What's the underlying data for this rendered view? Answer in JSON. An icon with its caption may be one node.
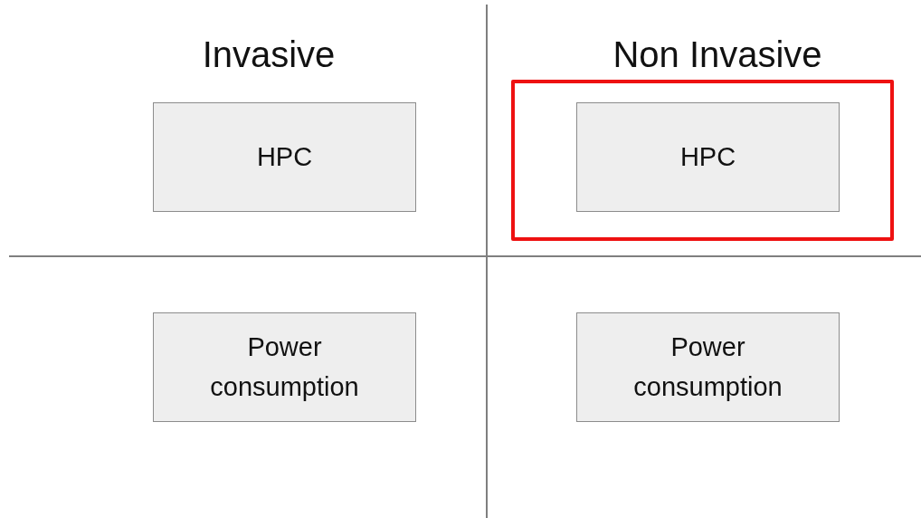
{
  "diagram": {
    "nodes": [
      {
        "text": [
          "HPC"
        ]
      },
      {
        "text": [],
        "shape": "box"
      },
      {
        "text": [
          "HPC"
        ],
        "in": 1
      },
      {
        "text": [
          "Power consumption"
        ]
      },
      {
        "text": [
          "Power consumption"
        ]
      }
    ],
    "labels": [
      "Invasive",
      "Non Invasive"
    ]
  }
}
